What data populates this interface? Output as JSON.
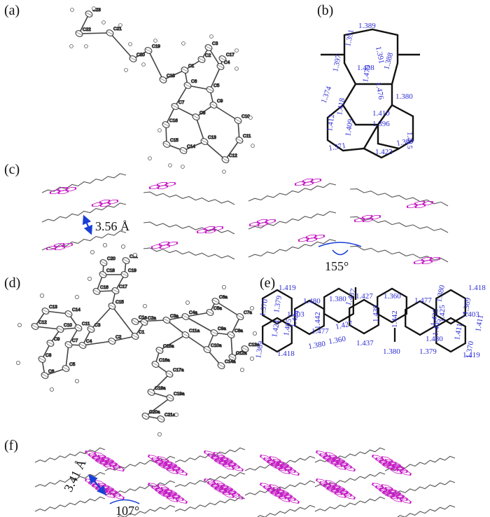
{
  "panels": {
    "a": "(a)",
    "b": "(b)",
    "c": "(c)",
    "d": "(d)",
    "e": "(e)",
    "f": "(f)"
  },
  "panel_c": {
    "stack_distance": "3.56 Å",
    "angle": "155°"
  },
  "panel_f": {
    "stack_distance": "3.41 Å",
    "angle": "107°"
  },
  "panel_b_bonds": [
    "1.389",
    "1.391",
    "1.391",
    "1.397",
    "1.428",
    "1.388",
    "1.374",
    "1.479",
    "1.476",
    "1.380",
    "1.418",
    "1.410",
    "1.412",
    "1.396",
    "1.415",
    "1.409",
    "1.371",
    "1.423",
    "1.364"
  ],
  "panel_e_bonds": [
    "1.419",
    "1.370",
    "1.379",
    "1.480",
    "1.380",
    "1.427",
    "1.360",
    "1.477",
    "1.380",
    "1.418",
    "1.369",
    "1.411",
    "1.403",
    "1.425",
    "1.437",
    "1.439",
    "1.442",
    "1.405",
    "1.403",
    "1.424",
    "1.442",
    "1.424",
    "1.405",
    "1.477",
    "1.427",
    "1.480",
    "1.425",
    "1.411",
    "1.418",
    "1.360",
    "1.437",
    "1.380",
    "1.379",
    "1.419",
    "1.369",
    "1.380",
    "1.370"
  ],
  "panel_a_atoms": [
    "C23",
    "C22",
    "C21",
    "C20",
    "C19",
    "C18",
    "C17",
    "C1",
    "C2",
    "C3",
    "C4",
    "C5",
    "C6",
    "C7",
    "C8",
    "C9",
    "C10",
    "C11",
    "C12",
    "C13",
    "C14",
    "C15",
    "C16"
  ],
  "panel_d_atoms": [
    "C20",
    "C21",
    "C18",
    "C19",
    "C16",
    "C17",
    "C15",
    "C14",
    "C13",
    "C12",
    "C11",
    "C10",
    "C9",
    "C8",
    "C7",
    "C6",
    "C5",
    "C4",
    "C3",
    "C2",
    "C1",
    "C2a",
    "C1a",
    "C3a",
    "C4a",
    "C5a",
    "C6a",
    "C7a",
    "C8a",
    "C9a",
    "C10a",
    "C11a",
    "C12a",
    "C13a",
    "C14a",
    "C15a",
    "C16a",
    "C17a",
    "C18a",
    "C19a",
    "C20a",
    "C21a"
  ]
}
